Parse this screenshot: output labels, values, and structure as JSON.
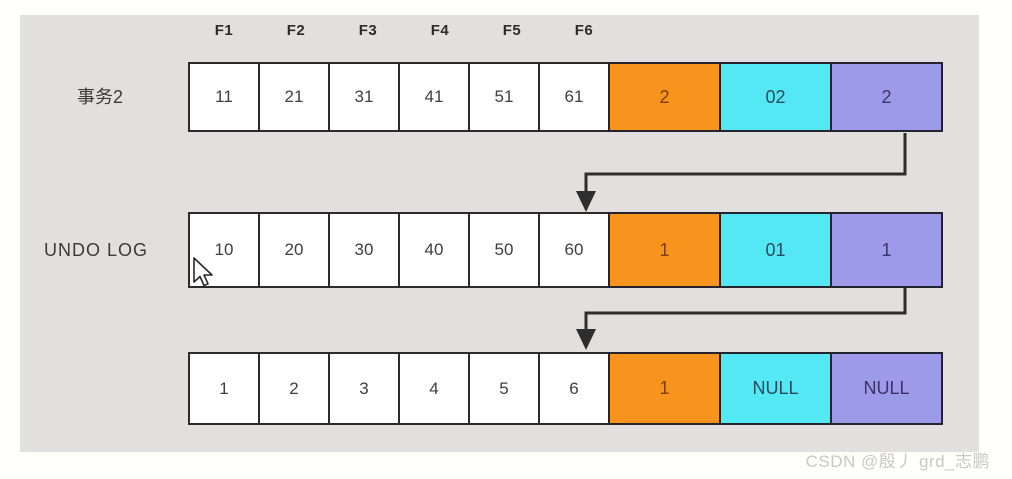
{
  "diagram": {
    "column_headers": [
      "F1",
      "F2",
      "F3",
      "F4",
      "F5",
      "F6"
    ],
    "rows": [
      {
        "label": "事务2",
        "cells": [
          {
            "value": "11",
            "type": "white"
          },
          {
            "value": "21",
            "type": "white"
          },
          {
            "value": "31",
            "type": "white"
          },
          {
            "value": "41",
            "type": "white"
          },
          {
            "value": "51",
            "type": "white"
          },
          {
            "value": "61",
            "type": "white"
          },
          {
            "value": "2",
            "type": "orange"
          },
          {
            "value": "02",
            "type": "cyan"
          },
          {
            "value": "2",
            "type": "purple"
          }
        ]
      },
      {
        "label": "UNDO LOG",
        "cells": [
          {
            "value": "10",
            "type": "white"
          },
          {
            "value": "20",
            "type": "white"
          },
          {
            "value": "30",
            "type": "white"
          },
          {
            "value": "40",
            "type": "white"
          },
          {
            "value": "50",
            "type": "white"
          },
          {
            "value": "60",
            "type": "white"
          },
          {
            "value": "1",
            "type": "orange"
          },
          {
            "value": "01",
            "type": "cyan"
          },
          {
            "value": "1",
            "type": "purple"
          }
        ]
      },
      {
        "label": "",
        "cells": [
          {
            "value": "1",
            "type": "white"
          },
          {
            "value": "2",
            "type": "white"
          },
          {
            "value": "3",
            "type": "white"
          },
          {
            "value": "4",
            "type": "white"
          },
          {
            "value": "5",
            "type": "white"
          },
          {
            "value": "6",
            "type": "white"
          },
          {
            "value": "1",
            "type": "orange"
          },
          {
            "value": "NULL",
            "type": "cyan"
          },
          {
            "value": "NULL",
            "type": "purple"
          }
        ]
      }
    ]
  },
  "colors": {
    "orange": "#f7941e",
    "cyan": "#54e8f4",
    "purple": "#9e9aea",
    "panel_bg": "#e1e0de",
    "border": "#2b2b2b",
    "arrow": "#2e2e2e"
  },
  "watermark": "CSDN @殷丿 grd_志鹏"
}
